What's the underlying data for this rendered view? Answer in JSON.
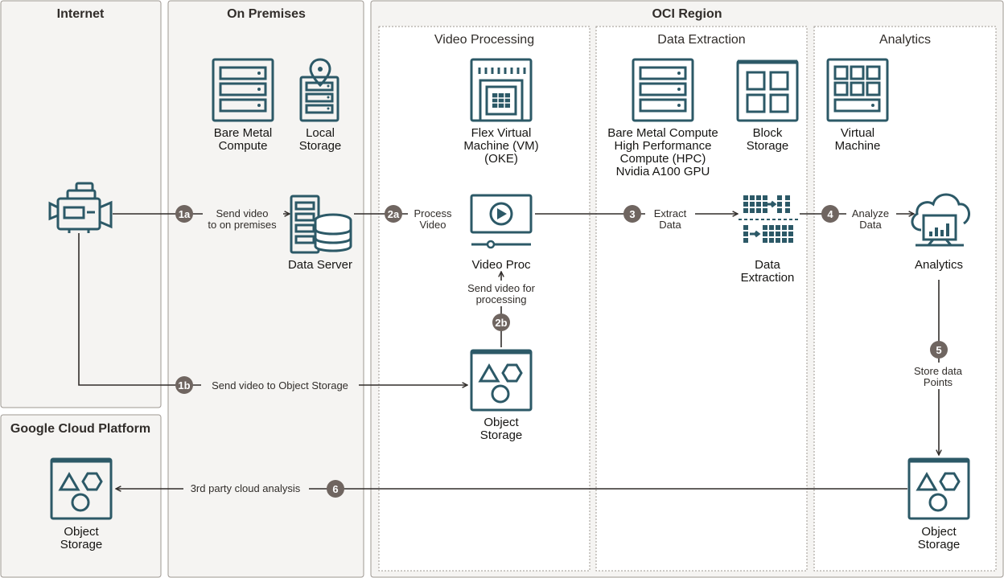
{
  "zones": {
    "internet": "Internet",
    "on_premises": "On Premises",
    "oci_region": "OCI Region",
    "gcp": "Google Cloud Platform"
  },
  "subzones": {
    "video_processing": "Video Processing",
    "data_extraction": "Data Extraction",
    "analytics": "Analytics"
  },
  "nodes": {
    "bare_metal": [
      "Bare Metal",
      "Compute"
    ],
    "local_storage": [
      "Local",
      "Storage"
    ],
    "data_server": [
      "Data Server"
    ],
    "flex_vm": [
      "Flex Virtual",
      "Machine (VM)",
      "(OKE)"
    ],
    "video_proc": [
      "Video Proc"
    ],
    "object_storage_vp": [
      "Object",
      "Storage"
    ],
    "bm_hpc": [
      "Bare Metal Compute",
      "High Performance",
      "Compute (HPC)",
      "Nvidia A100 GPU"
    ],
    "block_storage": [
      "Block",
      "Storage"
    ],
    "data_extraction": [
      "Data",
      "Extraction"
    ],
    "virtual_machine": [
      "Virtual",
      "Machine"
    ],
    "analytics": [
      "Analytics"
    ],
    "object_storage_an": [
      "Object",
      "Storage"
    ],
    "object_storage_gcp": [
      "Object",
      "Storage"
    ]
  },
  "edges": {
    "e1a": {
      "badge": "1a",
      "label": [
        "Send video",
        "to on premises"
      ]
    },
    "e1b": {
      "badge": "1b",
      "label": [
        "Send video to Object Storage"
      ]
    },
    "e2a": {
      "badge": "2a",
      "label": [
        "Process",
        "Video"
      ]
    },
    "e2b": {
      "badge": "2b",
      "label": [
        "Send video for",
        "processing"
      ]
    },
    "e3": {
      "badge": "3",
      "label": [
        "Extract",
        "Data"
      ]
    },
    "e4": {
      "badge": "4",
      "label": [
        "Analyze",
        "Data"
      ]
    },
    "e5": {
      "badge": "5",
      "label": [
        "Store data",
        "Points"
      ]
    },
    "e6": {
      "badge": "6",
      "label": [
        "3rd party cloud analysis"
      ]
    }
  },
  "colors": {
    "icon": "#2c5967",
    "badge": "#6f6560",
    "zone_fill": "#f5f4f2",
    "zone_border": "#9e9892",
    "line": "#312d2a"
  }
}
